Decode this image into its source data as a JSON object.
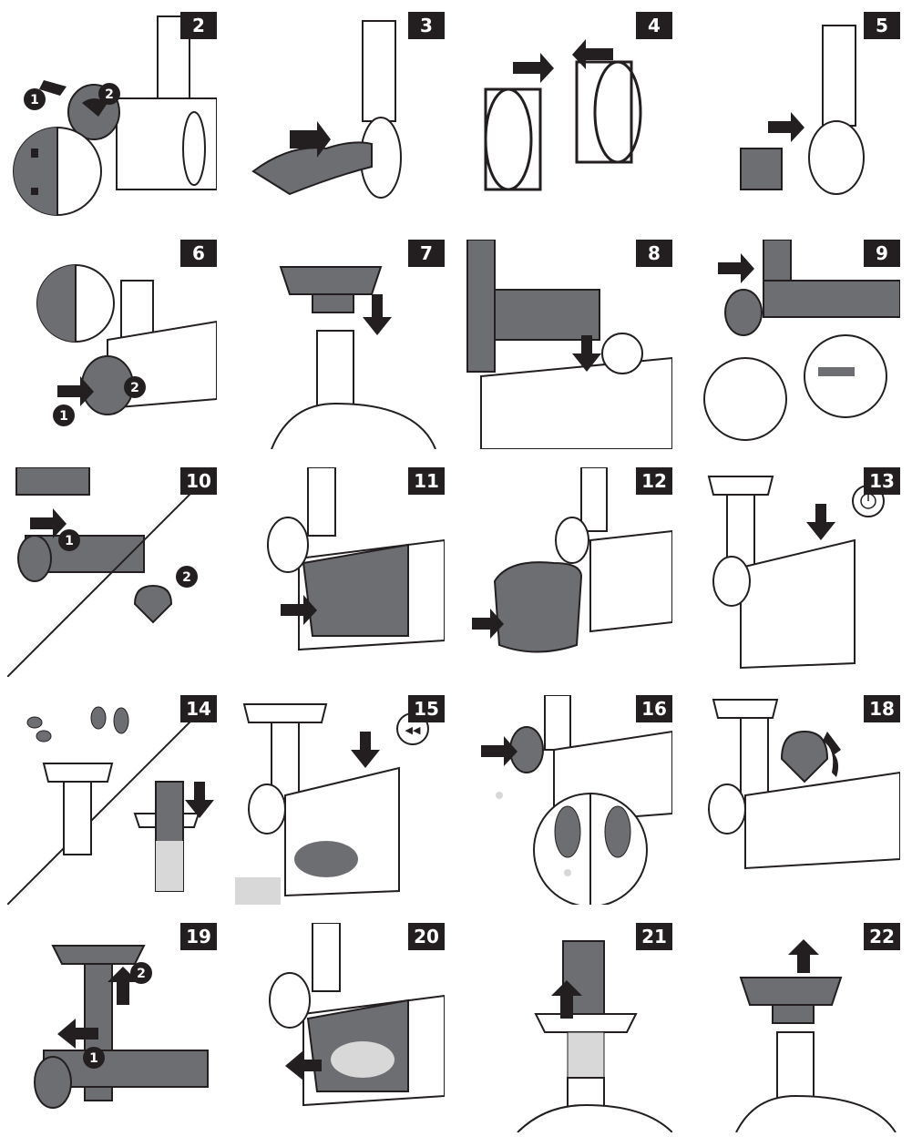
{
  "steps": [
    {
      "number": "2"
    },
    {
      "number": "3"
    },
    {
      "number": "4"
    },
    {
      "number": "5"
    },
    {
      "number": "6"
    },
    {
      "number": "7"
    },
    {
      "number": "8"
    },
    {
      "number": "9"
    },
    {
      "number": "10"
    },
    {
      "number": "11"
    },
    {
      "number": "12"
    },
    {
      "number": "13"
    },
    {
      "number": "14"
    },
    {
      "number": "15"
    },
    {
      "number": "16"
    },
    {
      "number": "18"
    },
    {
      "number": "19"
    },
    {
      "number": "20"
    },
    {
      "number": "21"
    },
    {
      "number": "22"
    }
  ],
  "callouts": {
    "one": "1",
    "two": "2"
  },
  "colors": {
    "ink": "#231f20",
    "part_dark": "#6d6e71",
    "part_light": "#ffffff",
    "tint": "#d8d8d8"
  }
}
